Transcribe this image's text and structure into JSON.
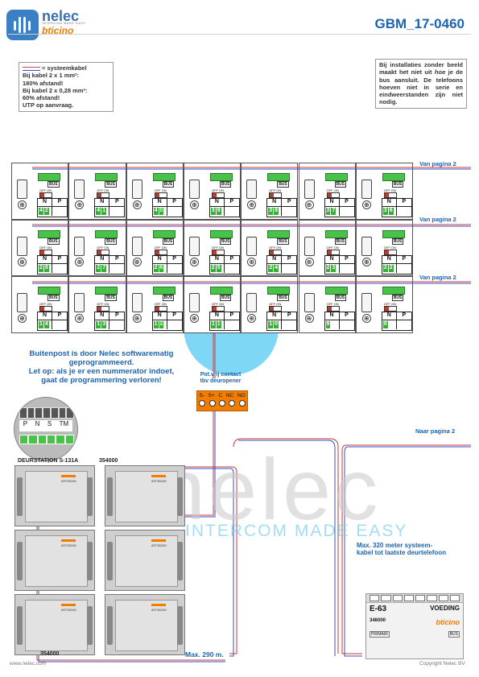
{
  "header": {
    "logo_name": "nelec",
    "logo_tagline": "INTERCOM MADE EASY",
    "logo_brand": "bticino",
    "doc_code": "GBM_17-0460"
  },
  "note_left": {
    "legend_label": "= systeemkabel",
    "line1": "Bij kabel 2 x 1 mm²:",
    "line2": "180% afstand!",
    "line3": "Bij kabel 2 x 0,28 mm²:",
    "line4": "60% afstand!",
    "line5": "UTP op aanvraag."
  },
  "note_right": {
    "text_a": "Bij installaties zonder beeld maakt het niet uit ",
    "text_em": "hoe",
    "text_b": " je de bus aansluit. De telefoons hoeven niet in serie en eindweerstanden zijn niet nodig."
  },
  "page_refs": {
    "from1": "Van pagina 2",
    "from2": "Van pagina 2",
    "from3": "Van pagina 2",
    "to": "Naar pagina 2"
  },
  "phone_numbers": [
    [
      "42",
      "41",
      "40",
      "39",
      "38",
      "37",
      "36"
    ],
    [
      "28",
      "27",
      "26",
      "25",
      "24",
      "23",
      "22"
    ],
    [
      "14",
      "13",
      "12",
      "11",
      "10",
      "9",
      "8"
    ]
  ],
  "phone_labels": {
    "bus": "BUS",
    "off_on": "OFF ON",
    "n": "N",
    "p": "P"
  },
  "center_note": {
    "line1": "Buitenpost is door Nelec softwarematig",
    "line2": "geprogrammeerd.",
    "line3": "Let op: als je er een nummerator indoet,",
    "line4": "gaat de programmering verloren!"
  },
  "relay": {
    "title1": "Pot.vrij contact",
    "title2": "tbv deuropener",
    "terminals": [
      "S-",
      "S+",
      "C",
      "NC",
      "NO"
    ]
  },
  "dip_labels": [
    "P",
    "N",
    "S",
    "TM"
  ],
  "door_station": {
    "label": "DEURSTATION S-131A",
    "code_top": "354000",
    "code_bottom": "354000",
    "module_code": "ART352000"
  },
  "max_distance_bus": "Max. 290 m.",
  "max_distance_note": {
    "line1": "Max. 320 meter systeem-",
    "line2": "kabel tot laatste deurtelefoon"
  },
  "psu": {
    "label": "E-63",
    "voeding": "VOEDING",
    "code": "346000",
    "brand": "bticino",
    "prim": "PRIMAIR",
    "bus": "BUS"
  },
  "footer": {
    "url": "www.nelec.com",
    "copyright": "Copyright Nelec BV"
  },
  "watermark": {
    "big": "nelec",
    "small": "INTERCOM MADE EASY"
  },
  "colors": {
    "brand_blue": "#1e63b0",
    "brand_orange": "#f07d00",
    "relay_orange": "#f07d00",
    "phone_number_green": "#33b233",
    "terminal_green": "#49c24a",
    "cable_red": "#c43a3a",
    "cable_blue": "#3b4cc0"
  }
}
